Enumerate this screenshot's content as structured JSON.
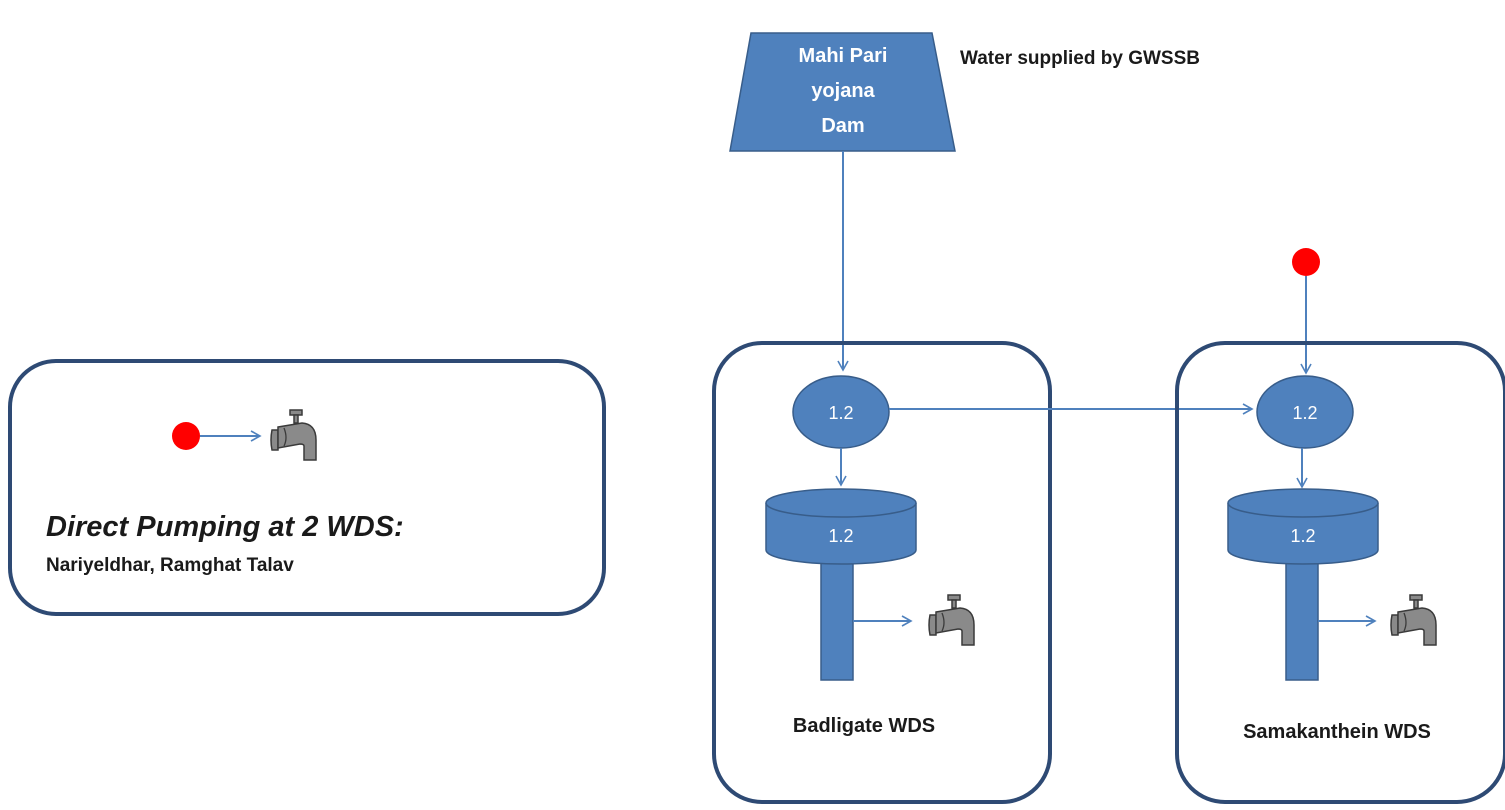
{
  "source": {
    "dam_label_lines": [
      "Mahi Pari",
      "yojana",
      "Dam"
    ],
    "supply_note": "Water supplied by GWSSB"
  },
  "legend": {
    "title": "Direct Pumping at 2 WDS:",
    "subtitle": "Nariyeldhar, Ramghat Talav"
  },
  "stations": [
    {
      "name": "Badligate WDS",
      "node_value": "1.2",
      "tank_value": "1.2"
    },
    {
      "name": "Samakanthein WDS",
      "node_value": "1.2",
      "tank_value": "1.2"
    }
  ],
  "colors": {
    "fill": "#4f81bd",
    "outline": "#385d8a",
    "box_border": "#2e4a74",
    "line": "#4f81bd",
    "pump_dot": "#ff0000",
    "tap": "#808080"
  },
  "icons": [
    "tap-icon",
    "pump-dot"
  ]
}
